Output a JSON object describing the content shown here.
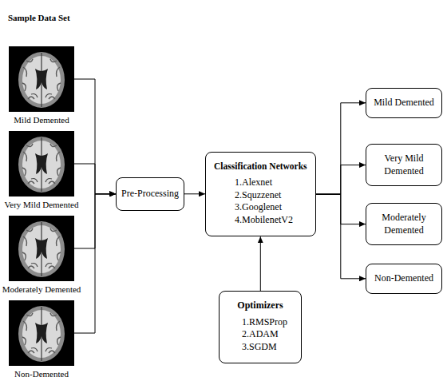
{
  "diagram": {
    "title": "Sample Data Set",
    "nodes": [
      {
        "text": [
          "Mild Demented"
        ]
      },
      {
        "text": [
          "Very Mild Demented"
        ]
      },
      {
        "text": [
          "Moderately Demented"
        ]
      },
      {
        "text": [
          "Non-Demented"
        ]
      },
      {
        "text": [
          "Pre-Processing"
        ]
      },
      {
        "text": [
          "Classification Networks",
          "1.Alexnet",
          "2.Squzzenet",
          "3.Googlenet",
          "4.MobilenetV2"
        ]
      },
      {
        "text": [
          "Optimizers",
          "1.RMSProp",
          "2.ADAM",
          "3.SGDM"
        ]
      },
      {
        "text": [
          "Mild Demented"
        ]
      },
      {
        "text": [
          "Very Mild Demented"
        ]
      },
      {
        "text": [
          "Moderately Demented"
        ]
      },
      {
        "text": [
          "Non-Demented"
        ]
      }
    ],
    "edges": [
      {
        "from": 0,
        "to": 4,
        "arrow": "to"
      },
      {
        "from": 1,
        "to": 4,
        "arrow": "to"
      },
      {
        "from": 2,
        "to": 4,
        "arrow": "to"
      },
      {
        "from": 3,
        "to": 4,
        "arrow": "to"
      },
      {
        "from": 4,
        "to": 5,
        "arrow": "to"
      },
      {
        "from": 6,
        "to": 5,
        "arrow": "to"
      },
      {
        "from": 5,
        "to": 7,
        "arrow": "to"
      },
      {
        "from": 5,
        "to": 8,
        "arrow": "to"
      },
      {
        "from": 5,
        "to": 9,
        "arrow": "to"
      },
      {
        "from": 5,
        "to": 10,
        "arrow": "to"
      }
    ]
  }
}
